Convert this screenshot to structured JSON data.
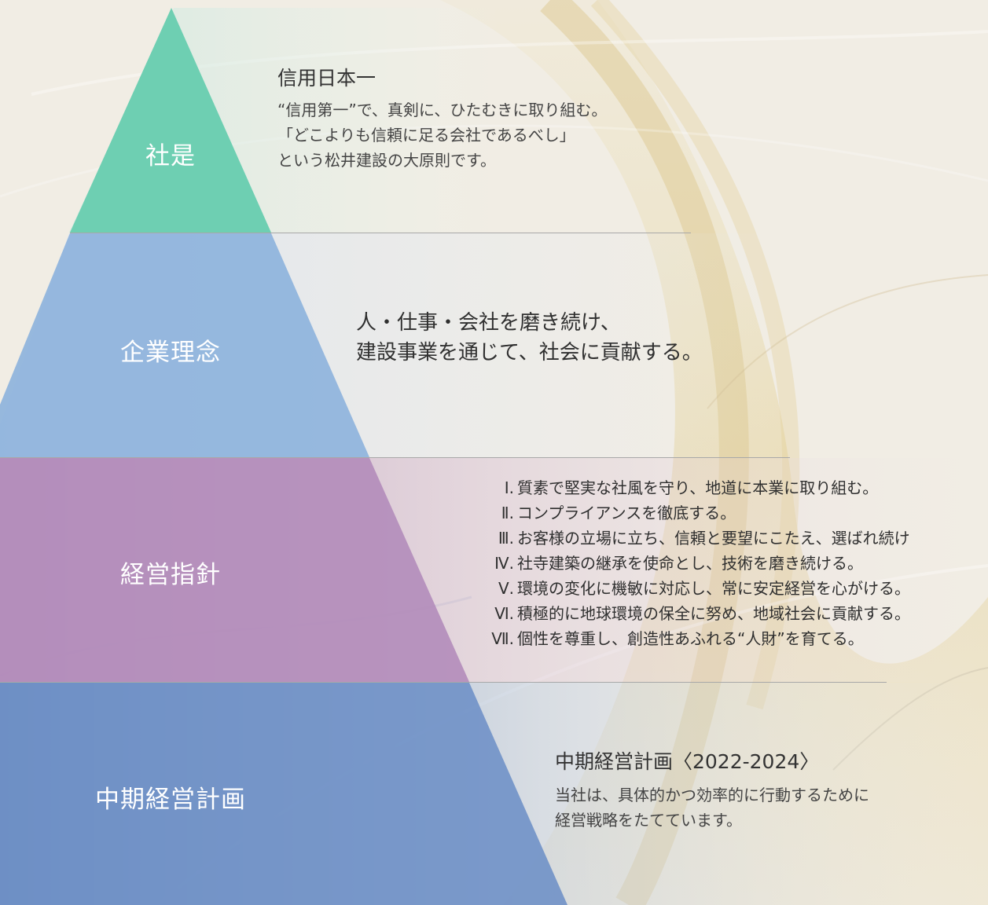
{
  "tiers": [
    {
      "label": "社是",
      "color": "#6ecfb2",
      "title": "信用日本一",
      "lines": [
        "“信用第一”で、真剣に、ひたむきに取り組む。",
        "「どこよりも信頼に足る会社であるべし」",
        "という松井建設の大原則です。"
      ]
    },
    {
      "label": "企業理念",
      "color": "#8eb3dc",
      "lines": [
        "人・仕事・会社を磨き続け、",
        "建設事業を通じて、社会に貢献する。"
      ]
    },
    {
      "label": "経営指針",
      "color": "#b38cba",
      "items": [
        {
          "num": "Ⅰ.",
          "text": "質素で堅実な社風を守り、地道に本業に取り組む。"
        },
        {
          "num": "Ⅱ.",
          "text": "コンプライアンスを徹底する。"
        },
        {
          "num": "Ⅲ.",
          "text": "お客様の立場に立ち、信頼と要望にこたえ、選ばれ続け"
        },
        {
          "num": "Ⅳ.",
          "text": "社寺建築の継承を使命とし、技術を磨き続ける。"
        },
        {
          "num": "Ⅴ.",
          "text": "環境の変化に機敏に対応し、常に安定経営を心がける。"
        },
        {
          "num": "Ⅵ.",
          "text": "積極的に地球環境の保全に努め、地域社会に貢献する。"
        },
        {
          "num": "Ⅶ.",
          "text": "個性を尊重し、創造性あふれる“人財”を育てる。"
        }
      ]
    },
    {
      "label": "中期経営計画",
      "color": "#6d8fc6",
      "title": "中期経営計画〈2022-2024〉",
      "lines": [
        "当社は、具体的かつ効率的に行動するために",
        "経営戦略をたてています。"
      ]
    }
  ],
  "colors": {
    "background": "#f1ede4",
    "brush": "#e6d9b2",
    "divider": "#a8a8a8"
  }
}
